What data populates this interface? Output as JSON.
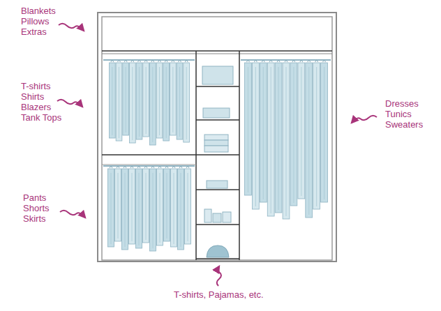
{
  "diagram": {
    "labels": [
      "Blankets Pillows Extras",
      "T-shirts Shirts Blazers Tank Tops",
      "Pants Shorts Skirts",
      "Dresses Tunics Sweaters",
      "T-shirts, Pajamas, etc."
    ]
  }
}
